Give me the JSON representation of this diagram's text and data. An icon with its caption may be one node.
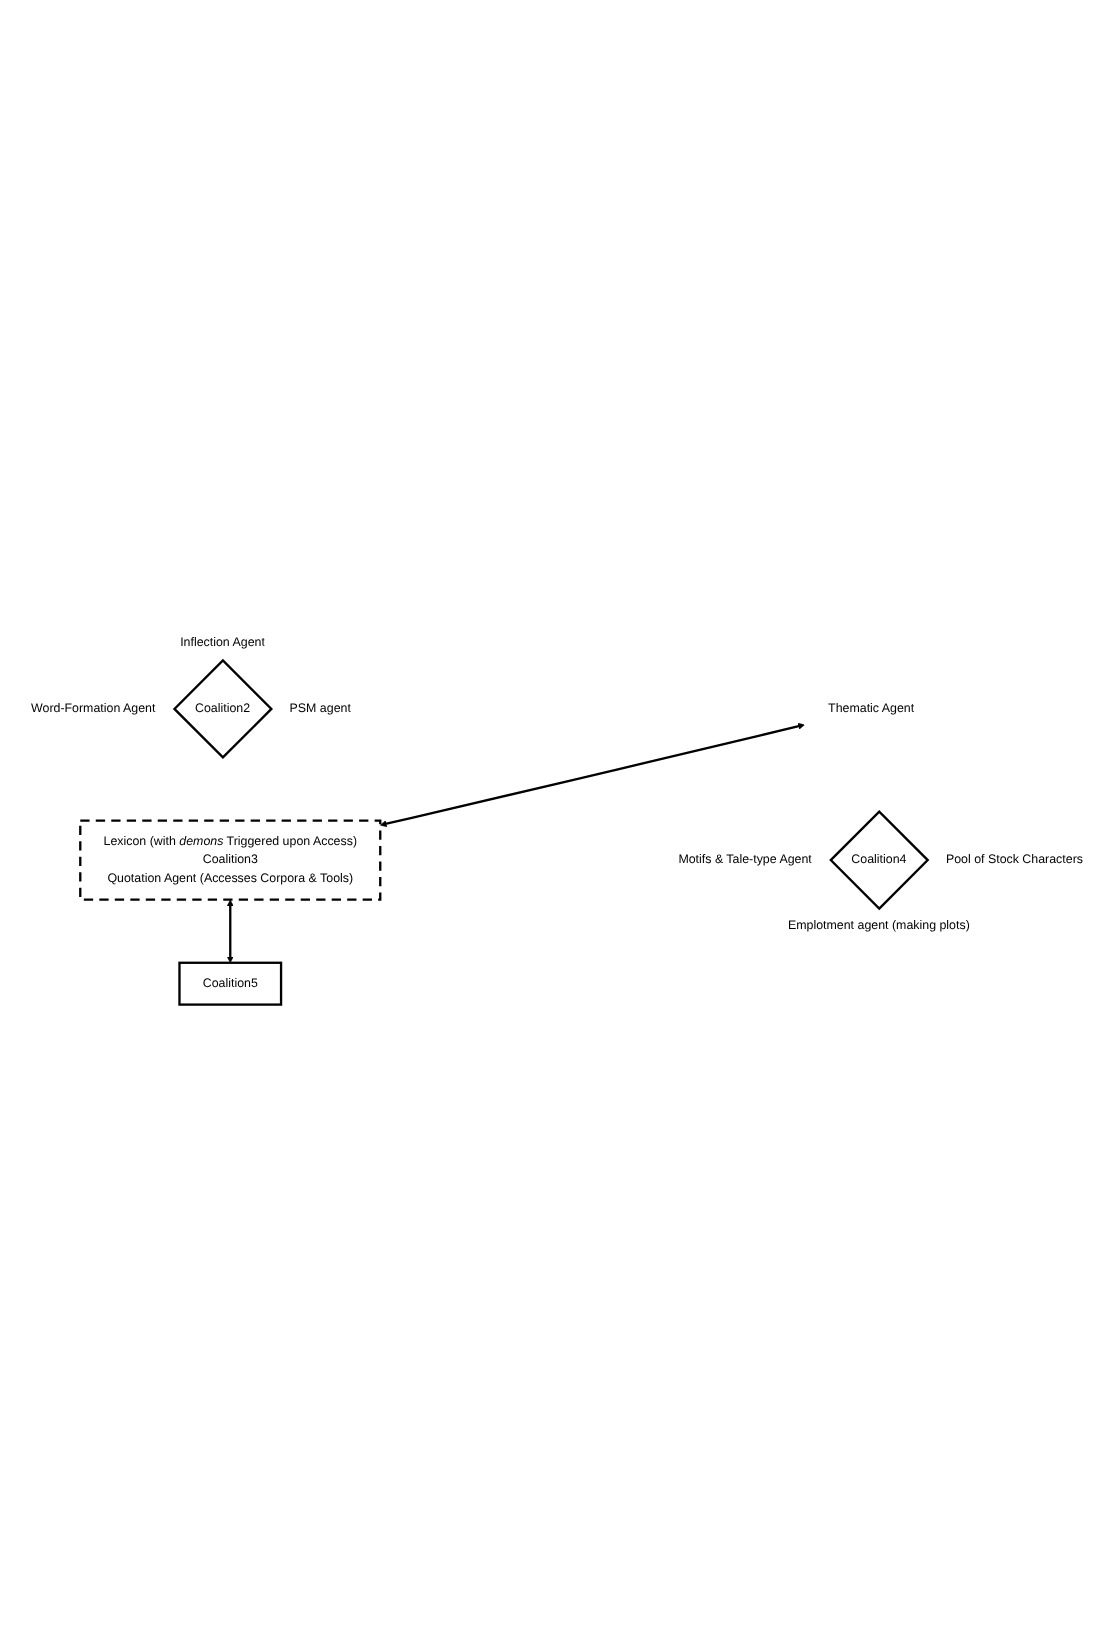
{
  "diagram": {
    "nodes": [
      {
        "text": [
          "Coalition2"
        ],
        "beside": [
          "Inflection Agent",
          "Word-Formation Agent",
          "PSM agent"
        ]
      },
      {
        "text": [
          "Lexicon (with *demons* Triggered upon Access)",
          "Coalition3",
          "Quotation Agent (Accesses Corpora & Tools)"
        ]
      },
      {
        "text": [
          "Coalition5"
        ]
      },
      {
        "text": [
          "Thematic Agent"
        ]
      },
      {
        "text": [
          "Coalition4"
        ],
        "beside": [
          "Motifs & Tale-type Agent",
          "Pool of Stock Characters",
          "Emplotment agent (making plots)"
        ]
      }
    ],
    "edges": [
      {
        "from": 1,
        "to": 2,
        "arrow": "both"
      },
      {
        "from": 3,
        "to": 1,
        "arrow": "both"
      }
    ]
  }
}
